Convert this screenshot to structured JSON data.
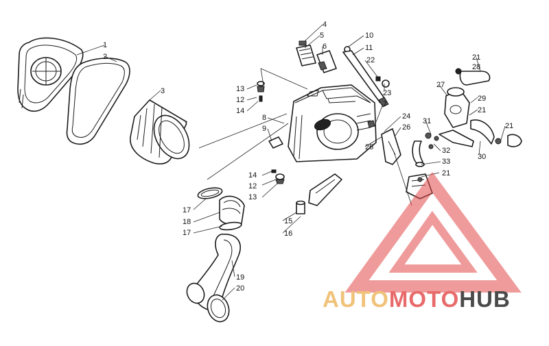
{
  "diagram": {
    "part_labels": [
      "1",
      "2",
      "3",
      "4",
      "5",
      "6",
      "7",
      "8",
      "9",
      "10",
      "11",
      "12",
      "12",
      "13",
      "13",
      "14",
      "14",
      "15",
      "16",
      "17",
      "17",
      "18",
      "19",
      "20",
      "21",
      "21",
      "21",
      "21",
      "22",
      "23",
      "24",
      "25",
      "26",
      "27",
      "28",
      "29",
      "30",
      "31",
      "32",
      "33"
    ]
  },
  "watermark": {
    "word_a": "AUTO",
    "word_b": "MOTO",
    "word_c": "HUB",
    "colors": {
      "auto": "#f0c27a",
      "moto": "#e86a6a",
      "hub": "#4a4a4a",
      "triangle": "#e34a4a"
    }
  }
}
